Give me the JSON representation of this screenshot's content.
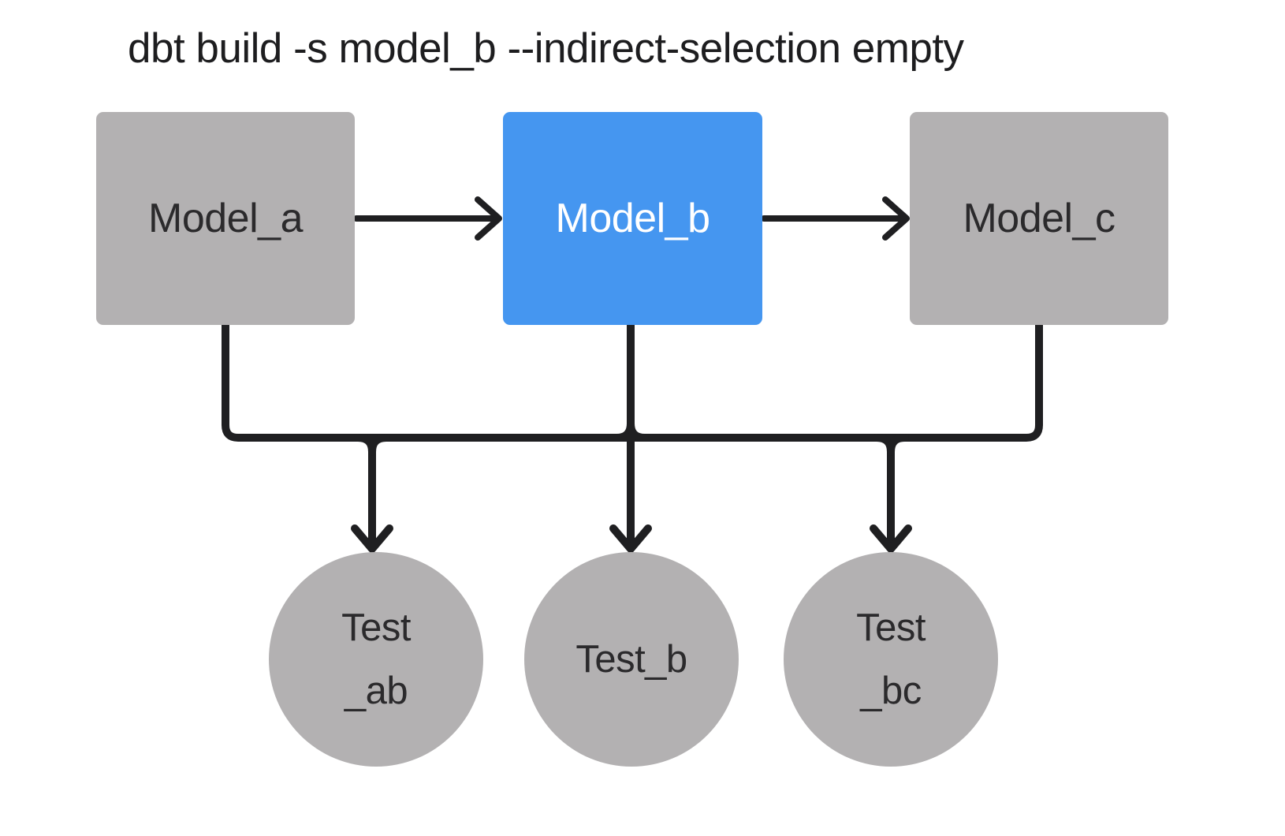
{
  "title": "dbt build -s model_b --indirect-selection empty",
  "colors": {
    "background": "#ffffff",
    "node_gray": "#b3b1b2",
    "selected_blue": "#4596f0",
    "edge_line": "#1f1f21",
    "node_text_dark": "#2b2a2c",
    "node_text_selected": "#ffffff",
    "title_text": "#1d1d1f"
  },
  "nodes": {
    "model_a": {
      "label": "Model_a",
      "type": "model",
      "state": "unselected"
    },
    "model_b": {
      "label": "Model_b",
      "type": "model",
      "state": "selected"
    },
    "model_c": {
      "label": "Model_c",
      "type": "model",
      "state": "unselected"
    },
    "test_ab": {
      "label_line1": "Test",
      "label_line2": "_ab",
      "type": "test",
      "state": "unselected"
    },
    "test_b": {
      "label": "Test_b",
      "type": "test",
      "state": "unselected"
    },
    "test_bc": {
      "label_line1": "Test",
      "label_line2": "_bc",
      "type": "test",
      "state": "unselected"
    }
  },
  "edges": [
    {
      "from": "model_a",
      "to": "model_b"
    },
    {
      "from": "model_b",
      "to": "model_c"
    },
    {
      "from": "model_a",
      "to": "test_ab"
    },
    {
      "from": "model_b",
      "to": "test_ab"
    },
    {
      "from": "model_b",
      "to": "test_b"
    },
    {
      "from": "model_b",
      "to": "test_bc"
    },
    {
      "from": "model_c",
      "to": "test_bc"
    }
  ]
}
